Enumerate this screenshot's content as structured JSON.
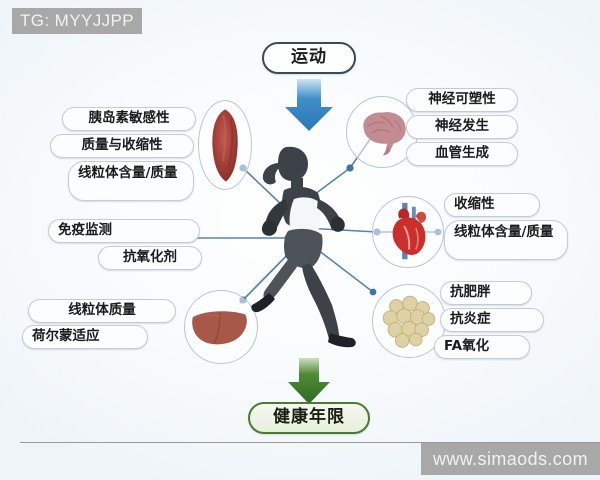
{
  "watermarks": {
    "telegram": "TG: MYYJJPP",
    "site": "www.simaods.com"
  },
  "diagram": {
    "title_node": "运动",
    "outcome_node": "健康年限",
    "center_figure": "running-woman-silhouette",
    "organs": [
      {
        "id": "muscle",
        "name": "skeletal-muscle",
        "color": "#9e3b34"
      },
      {
        "id": "brain",
        "name": "brain",
        "color": "#c08a92"
      },
      {
        "id": "heart",
        "name": "heart",
        "color": "#c9302c"
      },
      {
        "id": "liver",
        "name": "liver",
        "color": "#a85848"
      },
      {
        "id": "adipose",
        "name": "fat-cells",
        "color": "#ddd2a6"
      }
    ],
    "labels": {
      "muscle": [
        "胰岛素敏感性",
        "质量与收缩性",
        "线粒体含量/质量"
      ],
      "immune": [
        "免疫监测",
        "抗氧化剂"
      ],
      "liver": [
        "线粒体质量",
        "荷尔蒙适应"
      ],
      "brain": [
        "神经可塑性",
        "神经发生",
        "血管生成"
      ],
      "heart": [
        "收缩性",
        "线粒体含量/质量"
      ],
      "adipose": [
        "抗肥胖",
        "抗炎症",
        "FA氧化"
      ]
    }
  },
  "colors": {
    "arrow_top": "#2f7fc1",
    "arrow_bottom": "#2f7d2f",
    "link": "#4a7fae",
    "node_dot": "#3f73a8",
    "pill_border": "#c3ccd4",
    "watermark_bg": "#a8a8a8"
  }
}
